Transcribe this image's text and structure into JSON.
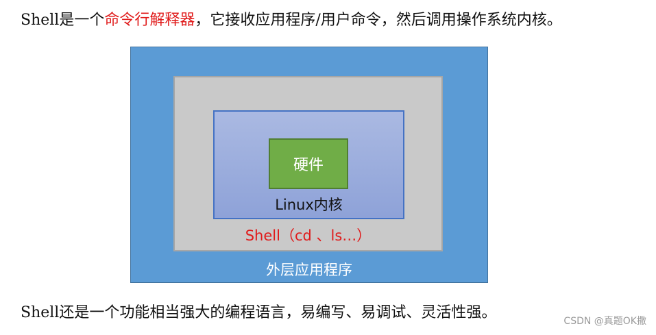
{
  "intro": {
    "prefix": "Shell是一个",
    "highlight": "命令行解释器",
    "suffix": "，它接收应用程序/用户命令，然后调用操作系统内核。"
  },
  "diagram": {
    "hardware_label": "硬件",
    "kernel_label": "Linux内核",
    "shell_label": "Shell（cd 、ls…）",
    "outer_label": "外层应用程序",
    "colors": {
      "outer": "#5b9bd5",
      "shell": "#c9c9c9",
      "kernel": "#8ea2d8",
      "hardware": "#70ad47",
      "accent_red": "#e01b1b"
    }
  },
  "summary": "Shell还是一个功能相当强大的编程语言，易编写、易调试、灵活性强。",
  "watermark": "CSDN @真题OK撒"
}
